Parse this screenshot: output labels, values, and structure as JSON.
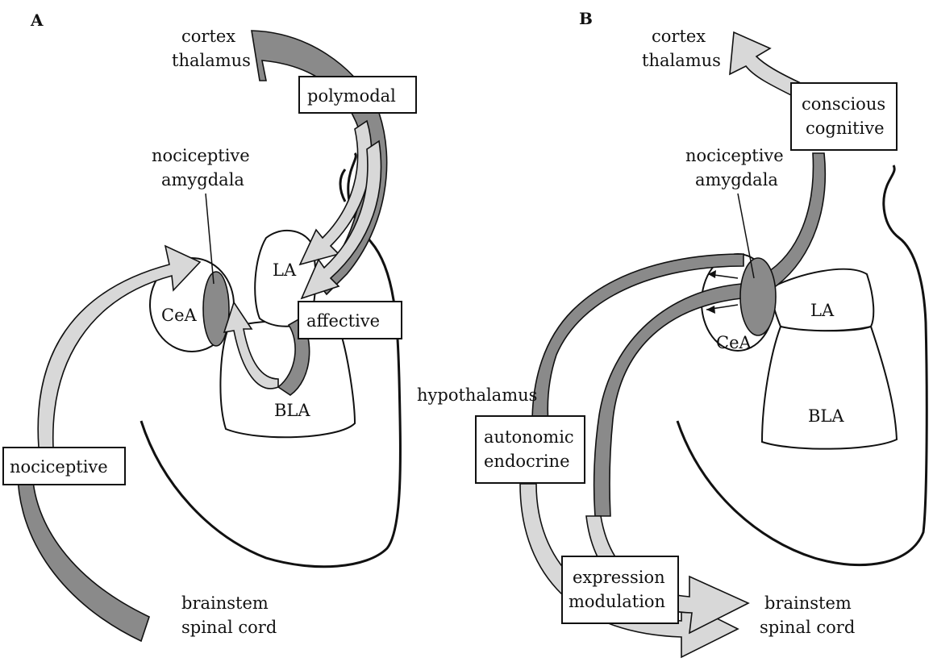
{
  "panel_a": {
    "panel_label": "A",
    "cortex_line1": "cortex",
    "cortex_line2": "thalamus",
    "polymodal": "polymodal",
    "amygdala_line1": "nociceptive",
    "amygdala_line2": "amygdala",
    "la": "LA",
    "cea": "CeA",
    "bla": "BLA",
    "affective": "affective",
    "nociceptive_box": "nociceptive",
    "brainstem_line1": "brainstem",
    "brainstem_line2": "spinal cord"
  },
  "panel_b": {
    "panel_label": "B",
    "cortex_line1": "cortex",
    "cortex_line2": "thalamus",
    "conscious_line1": "conscious",
    "conscious_line2": "cognitive",
    "amygdala_line1": "nociceptive",
    "amygdala_line2": "amygdala",
    "la": "LA",
    "cea": "CeA",
    "bla": "BLA",
    "hypothalamus": "hypothalamus",
    "autonomic_line1": "autonomic",
    "autonomic_line2": "endocrine",
    "expression_line1": "expression",
    "expression_line2": "modulation",
    "brainstem_line1": "brainstem",
    "brainstem_line2": "spinal cord"
  },
  "colors": {
    "dark_pathway": "#8a8a8a",
    "light_pathway": "#d8d8d8",
    "outline": "#111111"
  }
}
